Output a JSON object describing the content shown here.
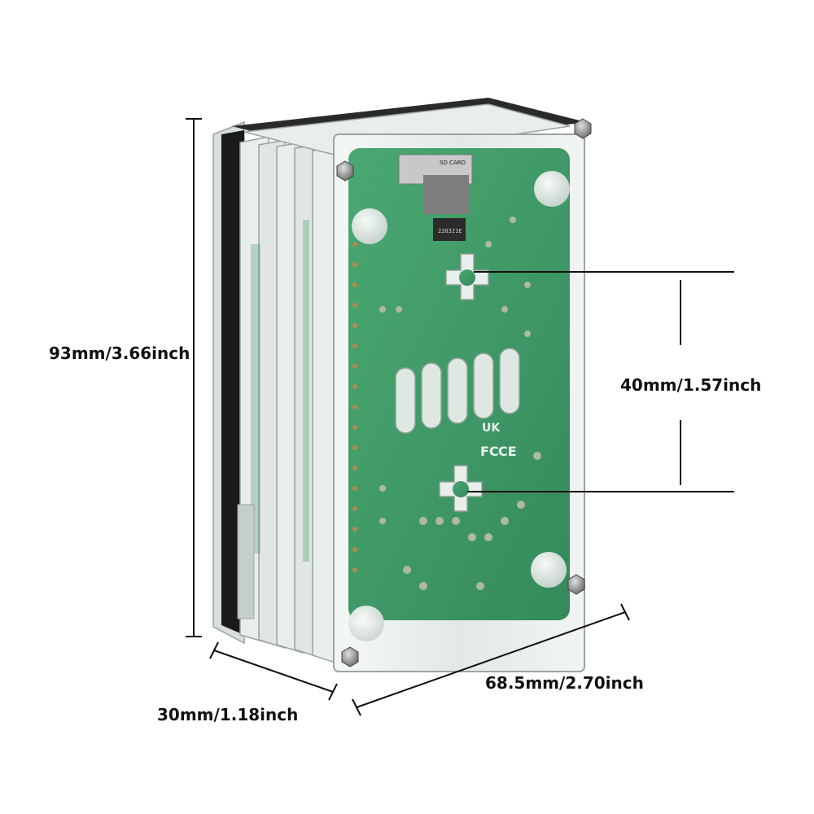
{
  "dimensions": {
    "height": "93mm/3.66inch",
    "mount_spacing": "40mm/1.57inch",
    "width": "68.5mm/2.70inch",
    "depth": "30mm/1.18inch"
  },
  "board": {
    "sd_label": "SD CARD",
    "chip_code": "220321E",
    "markings": [
      "FC",
      "CE",
      "UK"
    ]
  },
  "colors": {
    "pcb": "#3f9a67",
    "acrylic": "#e6ecea",
    "black_layer": "#1a1a1a",
    "line": "#111111"
  }
}
